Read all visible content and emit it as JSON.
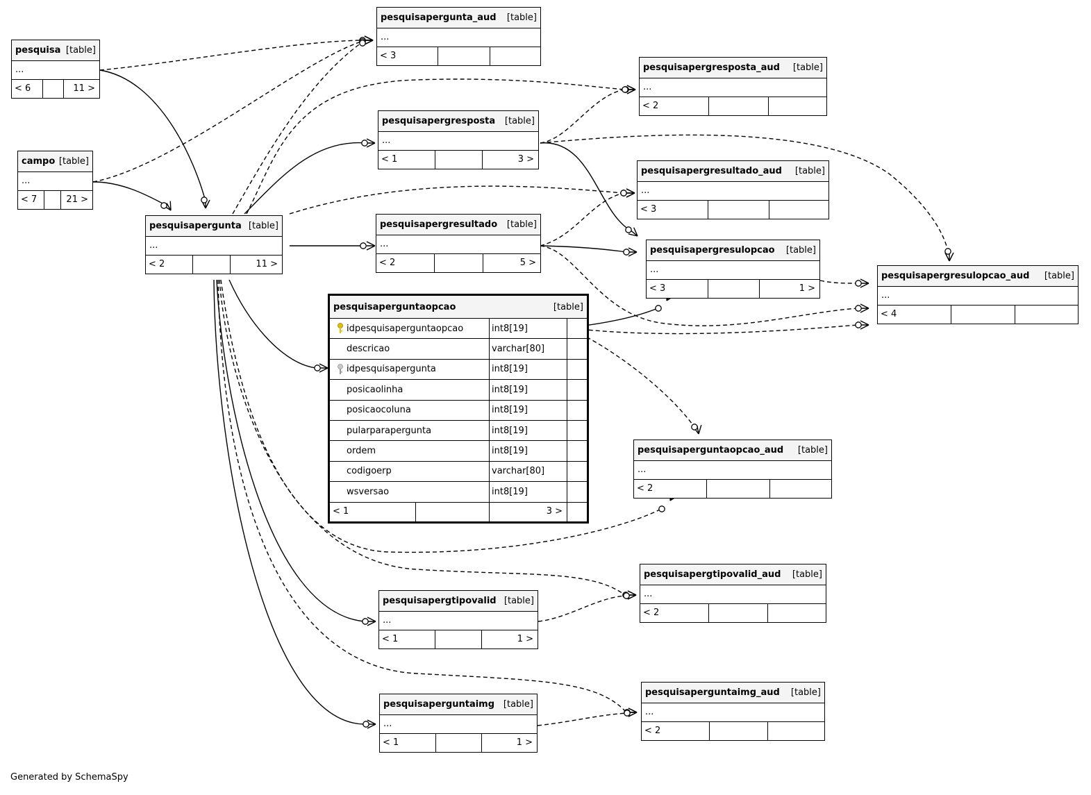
{
  "footer_text": "Generated by SchemaSpy",
  "focus_table": {
    "name": "pesquisaperguntaopcao",
    "tag": "[table]",
    "columns": [
      {
        "name": "idpesquisaperguntaopcao",
        "type": "int8[19]",
        "key": "primary",
        "key_icon": "primary-key-icon"
      },
      {
        "name": "descricao",
        "type": "varchar[80]",
        "key": ""
      },
      {
        "name": "idpesquisapergunta",
        "type": "int8[19]",
        "key": "foreign",
        "key_icon": "foreign-key-icon"
      },
      {
        "name": "posicaolinha",
        "type": "int8[19]",
        "key": ""
      },
      {
        "name": "posicaocoluna",
        "type": "int8[19]",
        "key": ""
      },
      {
        "name": "pularparapergunta",
        "type": "int8[19]",
        "key": ""
      },
      {
        "name": "ordem",
        "type": "int8[19]",
        "key": ""
      },
      {
        "name": "codigoerp",
        "type": "varchar[80]",
        "key": ""
      },
      {
        "name": "wsversao",
        "type": "int8[19]",
        "key": ""
      }
    ],
    "footer": {
      "left": "< 1",
      "right": "3 >"
    }
  },
  "tables": [
    {
      "id": "pesquisa",
      "name": "pesquisa",
      "tag": "[table]",
      "ellipsis": "...",
      "left": "< 6",
      "right": "11 >"
    },
    {
      "id": "campo",
      "name": "campo",
      "tag": "[table]",
      "ellipsis": "...",
      "left": "< 7",
      "right": "21 >"
    },
    {
      "id": "pesquisapergunta",
      "name": "pesquisapergunta",
      "tag": "[table]",
      "ellipsis": "...",
      "left": "< 2",
      "right": "11 >"
    },
    {
      "id": "pesquisapergunta_aud",
      "name": "pesquisapergunta_aud",
      "tag": "[table]",
      "ellipsis": "...",
      "left": "< 3",
      "right": ""
    },
    {
      "id": "pesquisapergresposta_aud",
      "name": "pesquisapergresposta_aud",
      "tag": "[table]",
      "ellipsis": "...",
      "left": "< 2",
      "right": ""
    },
    {
      "id": "pesquisapergresposta",
      "name": "pesquisapergresposta",
      "tag": "[table]",
      "ellipsis": "...",
      "left": "< 1",
      "right": "3 >"
    },
    {
      "id": "pesquisapergresultado_aud",
      "name": "pesquisapergresultado_aud",
      "tag": "[table]",
      "ellipsis": "...",
      "left": "< 3",
      "right": ""
    },
    {
      "id": "pesquisapergresultado",
      "name": "pesquisapergresultado",
      "tag": "[table]",
      "ellipsis": "...",
      "left": "< 2",
      "right": "5 >"
    },
    {
      "id": "pesquisapergresulopcao",
      "name": "pesquisapergresulopcao",
      "tag": "[table]",
      "ellipsis": "...",
      "left": "< 3",
      "right": "1 >"
    },
    {
      "id": "pesquisapergresulopcao_aud",
      "name": "pesquisapergresulopcao_aud",
      "tag": "[table]",
      "ellipsis": "...",
      "left": "< 4",
      "right": ""
    },
    {
      "id": "pesquisaperguntaopcao_aud",
      "name": "pesquisaperguntaopcao_aud",
      "tag": "[table]",
      "ellipsis": "...",
      "left": "< 2",
      "right": ""
    },
    {
      "id": "pesquisapergtipovalid_aud",
      "name": "pesquisapergtipovalid_aud",
      "tag": "[table]",
      "ellipsis": "...",
      "left": "< 2",
      "right": ""
    },
    {
      "id": "pesquisapergtipovalid",
      "name": "pesquisapergtipovalid",
      "tag": "[table]",
      "ellipsis": "...",
      "left": "< 1",
      "right": "1 >"
    },
    {
      "id": "pesquisaperguntaimg_aud",
      "name": "pesquisaperguntaimg_aud",
      "tag": "[table]",
      "ellipsis": "...",
      "left": "< 2",
      "right": ""
    },
    {
      "id": "pesquisaperguntaimg",
      "name": "pesquisaperguntaimg",
      "tag": "[table]",
      "ellipsis": "...",
      "left": "< 1",
      "right": "1 >"
    }
  ],
  "relationships": [
    {
      "from": "pesquisa",
      "to": "pesquisapergunta",
      "style": "solid"
    },
    {
      "from": "pesquisa",
      "to": "pesquisapergunta_aud",
      "style": "dashed"
    },
    {
      "from": "campo",
      "to": "pesquisapergunta",
      "style": "solid"
    },
    {
      "from": "campo",
      "to": "pesquisapergunta_aud",
      "style": "dashed"
    },
    {
      "from": "pesquisapergunta",
      "to": "pesquisapergunta_aud",
      "style": "dashed"
    },
    {
      "from": "pesquisapergunta",
      "to": "pesquisapergresposta",
      "style": "solid"
    },
    {
      "from": "pesquisapergunta",
      "to": "pesquisapergresposta_aud",
      "style": "dashed"
    },
    {
      "from": "pesquisapergunta",
      "to": "pesquisapergresultado",
      "style": "solid"
    },
    {
      "from": "pesquisapergunta",
      "to": "pesquisapergresultado_aud",
      "style": "dashed"
    },
    {
      "from": "pesquisapergunta",
      "to": "pesquisaperguntaopcao",
      "style": "solid"
    },
    {
      "from": "pesquisapergunta",
      "to": "pesquisaperguntaopcao_aud",
      "style": "dashed"
    },
    {
      "from": "pesquisapergunta",
      "to": "pesquisapergtipovalid",
      "style": "solid"
    },
    {
      "from": "pesquisapergunta",
      "to": "pesquisapergtipovalid_aud",
      "style": "dashed"
    },
    {
      "from": "pesquisapergunta",
      "to": "pesquisaperguntaimg",
      "style": "solid"
    },
    {
      "from": "pesquisapergunta",
      "to": "pesquisaperguntaimg_aud",
      "style": "dashed"
    },
    {
      "from": "pesquisapergresposta",
      "to": "pesquisapergresposta_aud",
      "style": "dashed"
    },
    {
      "from": "pesquisapergresposta",
      "to": "pesquisapergresulopcao",
      "style": "solid"
    },
    {
      "from": "pesquisapergresposta",
      "to": "pesquisapergresulopcao_aud",
      "style": "dashed"
    },
    {
      "from": "pesquisapergresultado",
      "to": "pesquisapergresultado_aud",
      "style": "dashed"
    },
    {
      "from": "pesquisapergresultado",
      "to": "pesquisapergresulopcao",
      "style": "solid"
    },
    {
      "from": "pesquisapergresultado",
      "to": "pesquisapergresulopcao_aud",
      "style": "dashed"
    },
    {
      "from": "pesquisaperguntaopcao",
      "to": "pesquisapergresulopcao",
      "style": "solid"
    },
    {
      "from": "pesquisaperguntaopcao",
      "to": "pesquisapergresulopcao_aud",
      "style": "dashed"
    },
    {
      "from": "pesquisaperguntaopcao",
      "to": "pesquisaperguntaopcao_aud",
      "style": "dashed"
    },
    {
      "from": "pesquisapergresulopcao",
      "to": "pesquisapergresulopcao_aud",
      "style": "dashed"
    },
    {
      "from": "pesquisapergtipovalid",
      "to": "pesquisapergtipovalid_aud",
      "style": "dashed"
    },
    {
      "from": "pesquisaperguntaimg",
      "to": "pesquisaperguntaimg_aud",
      "style": "dashed"
    }
  ],
  "colors": {
    "line": "#000000",
    "header_bg": "#f4f4f4",
    "primary_key": "#e0c000",
    "foreign_key": "#9a9a9a"
  }
}
